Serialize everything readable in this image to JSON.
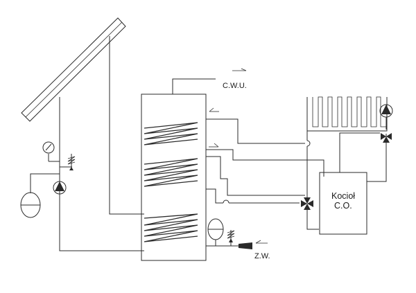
{
  "labels": {
    "hot_water": "C.W.U.",
    "cold_water": "Z.W.",
    "boiler_line1": "Kocioł",
    "boiler_line2": "C.O."
  },
  "components": {
    "solar_collector": "solar-collector",
    "storage_tank": "storage-tank",
    "boiler": "boiler",
    "radiator": "radiator",
    "circulation_pumps": 2,
    "three_way_valves": 2,
    "expansion_vessels": 2
  }
}
